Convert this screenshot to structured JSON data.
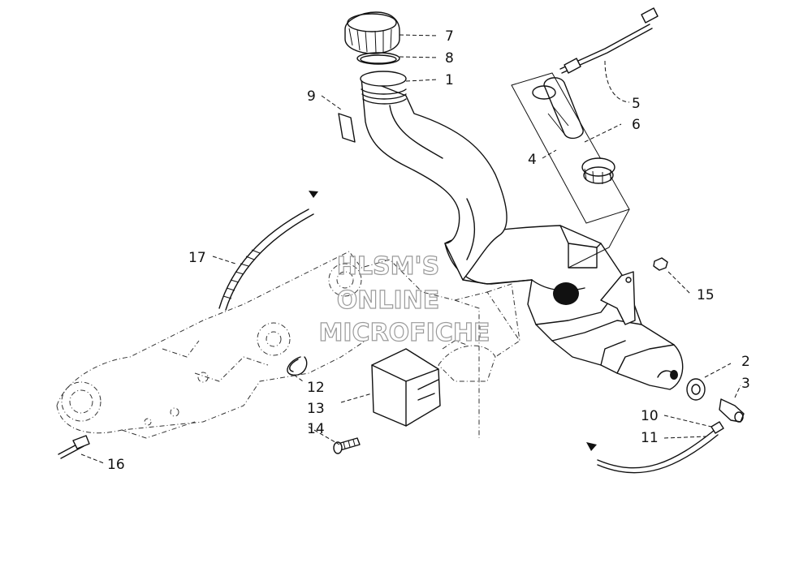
{
  "watermark": {
    "line1": "HLSM'S",
    "line2": "ONLINE",
    "line3": "MICROFICHE"
  },
  "callouts": {
    "c1": "1",
    "c2": "2",
    "c3": "3",
    "c4": "4",
    "c5": "5",
    "c6": "6",
    "c7": "7",
    "c8": "8",
    "c9": "9",
    "c10": "10",
    "c11": "11",
    "c12": "12",
    "c13": "13",
    "c14": "14",
    "c15": "15",
    "c16": "16",
    "c17": "17"
  }
}
